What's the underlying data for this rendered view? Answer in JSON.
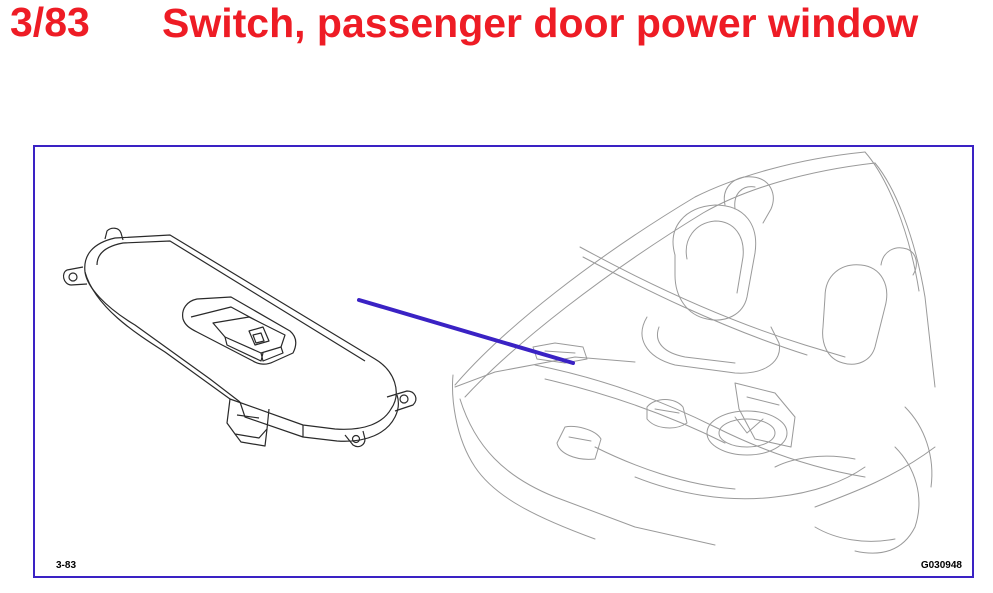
{
  "header": {
    "code": "3/83",
    "title": "Switch, passenger door power window"
  },
  "figure": {
    "ref_left": "3-83",
    "ref_right": "G030948",
    "pointer_color": "#3a22c4"
  }
}
